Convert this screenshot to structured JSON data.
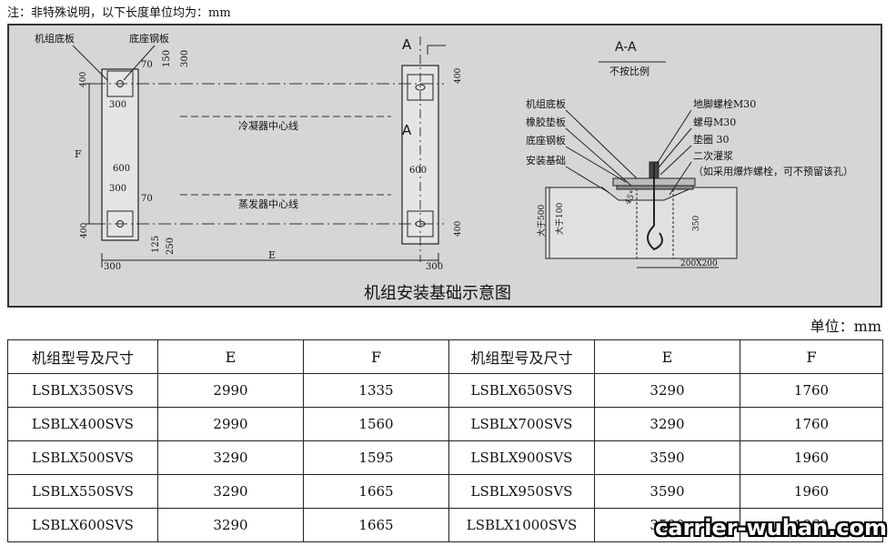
{
  "note": "注：非特殊说明，以下长度单位均为：mm",
  "drawing": {
    "caption": "机组安装基础示意图",
    "plan": {
      "label_unit_base": "机组底板",
      "label_base_steel": "底座钢板",
      "condenser_center": "冷凝器中心线",
      "evaporator_center": "蒸发器中心线",
      "section_mark": "A",
      "dims": {
        "d70": "70",
        "d150": "150",
        "d300": "300",
        "d400": "400",
        "d600": "600",
        "d125": "125",
        "d250": "250",
        "E": "E",
        "F": "F"
      }
    },
    "section": {
      "title": "A-A",
      "subtitle": "不按比例",
      "left_labels": [
        "机组底板",
        "橡胶垫板",
        "底座钢板",
        "安装基础"
      ],
      "right_labels": [
        "地脚螺栓M30",
        "螺母M30",
        "垫圈 30",
        "二次灌浆",
        "（如采用爆炸螺栓，可不预留该孔）"
      ],
      "dims": {
        "d500": "大于500",
        "d100": "大于100",
        "d350": "350",
        "d45": "45°",
        "hole": "200X200"
      }
    }
  },
  "unit": "单位：mm",
  "table": {
    "headers": [
      "机组型号及尺寸",
      "E",
      "F",
      "机组型号及尺寸",
      "E",
      "F"
    ],
    "rows": [
      [
        "LSBLX350SVS",
        "2990",
        "1335",
        "LSBLX650SVS",
        "3290",
        "1760"
      ],
      [
        "LSBLX400SVS",
        "2990",
        "1560",
        "LSBLX700SVS",
        "3290",
        "1760"
      ],
      [
        "LSBLX500SVS",
        "3290",
        "1595",
        "LSBLX900SVS",
        "3590",
        "1960"
      ],
      [
        "LSBLX550SVS",
        "3290",
        "1665",
        "LSBLX950SVS",
        "3590",
        "1960"
      ],
      [
        "LSBLX600SVS",
        "3290",
        "1665",
        "LSBLX1000SVS",
        "3590",
        "1960"
      ]
    ]
  },
  "watermark": "carrier-wuhan.com"
}
